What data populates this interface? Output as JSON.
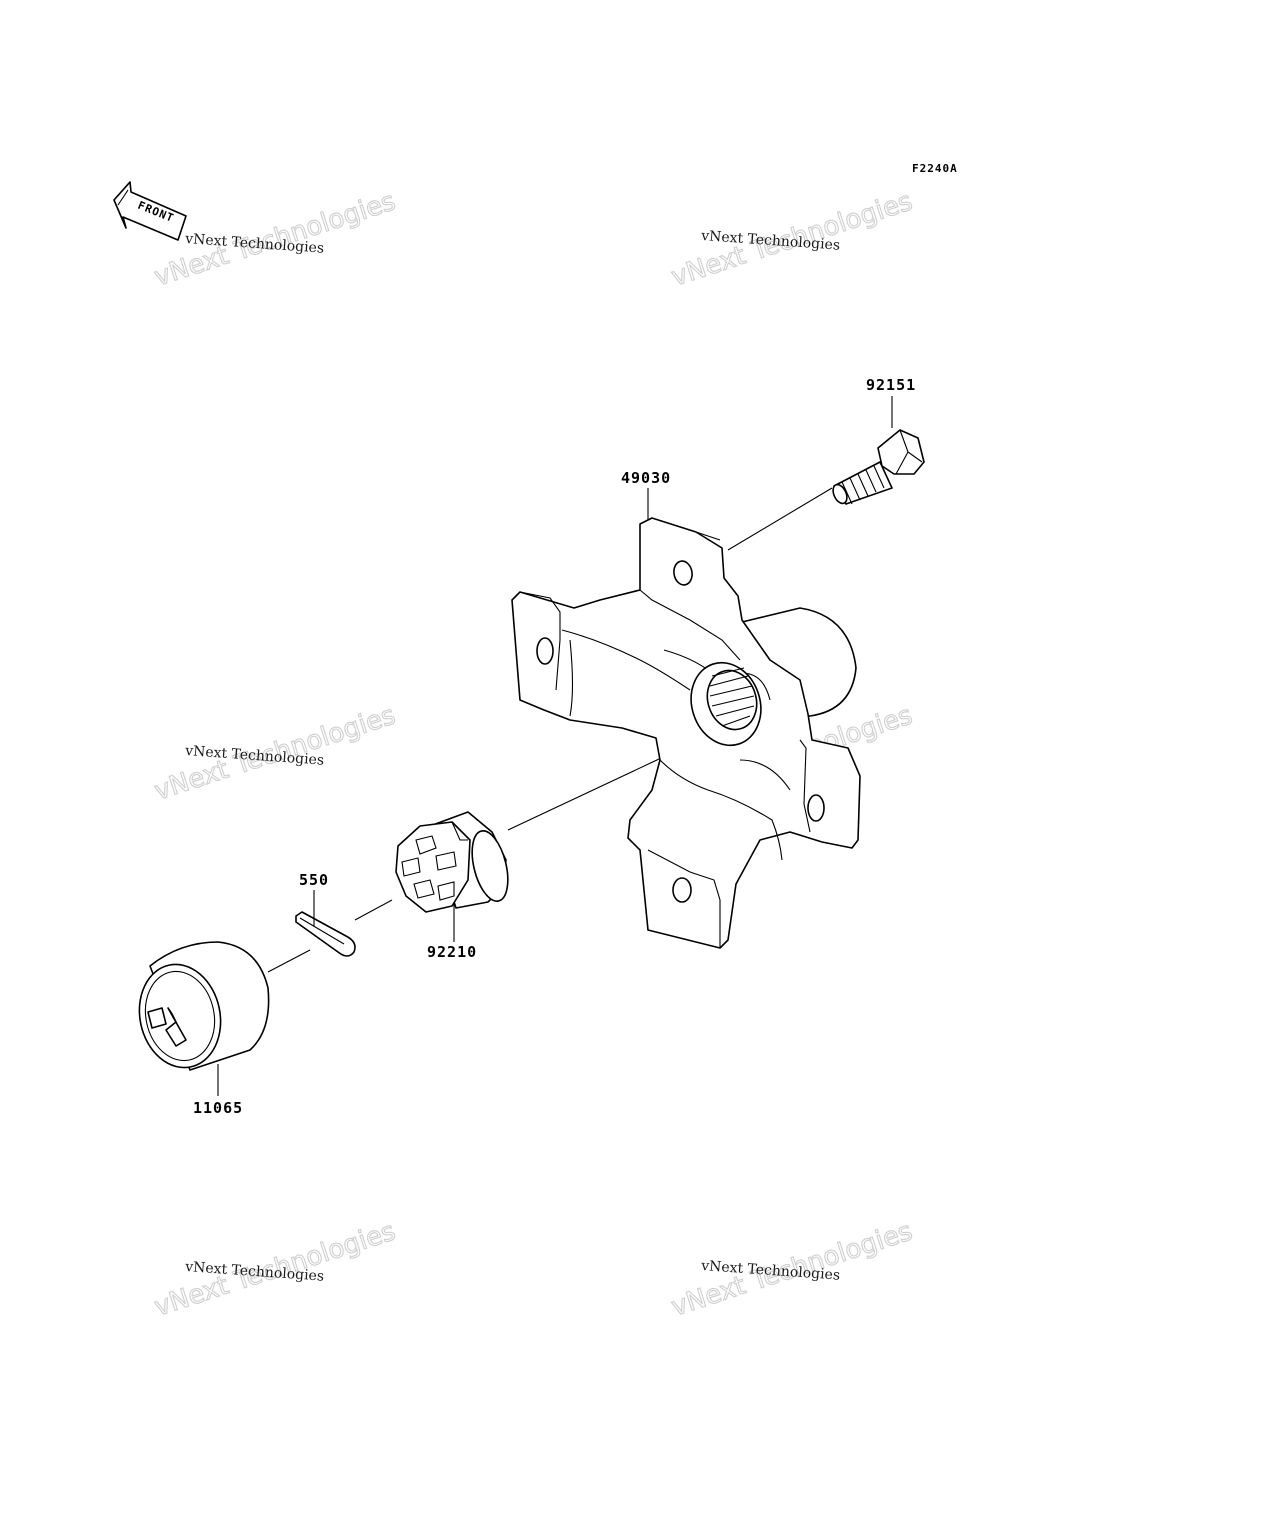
{
  "diagram_code": "F2240A",
  "front_arrow_label": "FRONT",
  "watermark": {
    "line1": "vNext Technologies",
    "line2": "vNext Technologies"
  },
  "parts": [
    {
      "number": "92151",
      "name": "stud"
    },
    {
      "number": "49030",
      "name": "hub"
    },
    {
      "number": "550",
      "name": "cotter-pin"
    },
    {
      "number": "92210",
      "name": "castle-nut"
    },
    {
      "number": "11065",
      "name": "cap"
    }
  ]
}
